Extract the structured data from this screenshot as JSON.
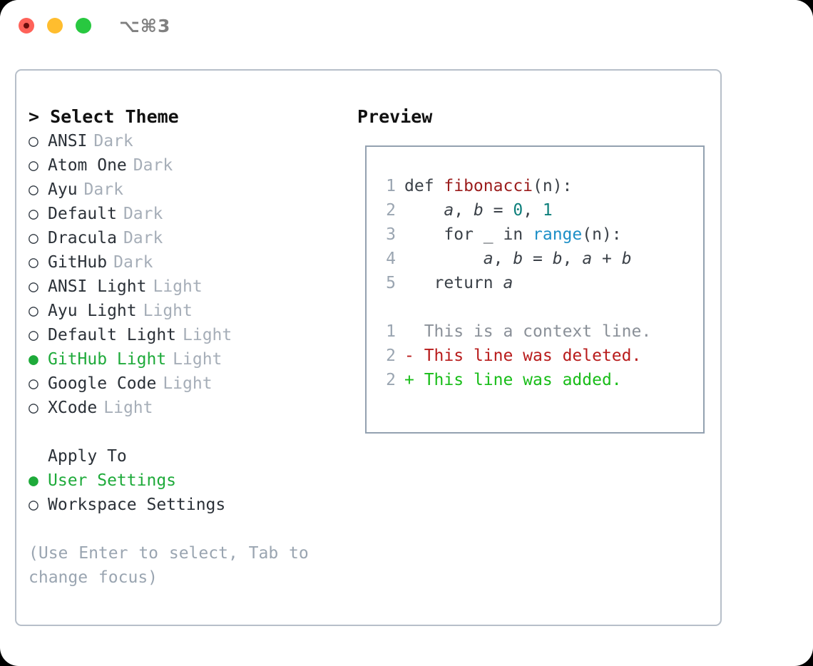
{
  "window": {
    "shortcut_label": "⌥⌘3",
    "traffic_lights": [
      {
        "name": "close",
        "color": "#ff6259"
      },
      {
        "name": "minimize",
        "color": "#ffbd2e"
      },
      {
        "name": "maximize",
        "color": "#28c840"
      }
    ]
  },
  "colors": {
    "selected_green": "#1eaa3a",
    "muted_gray": "#a6aeb8",
    "hint_gray": "#9aa5b1",
    "panel_border": "#b7bfc9",
    "preview_border": "#93a1b0",
    "syntax_function": "#9b1c1c",
    "syntax_number": "#0d7f7b",
    "syntax_call": "#1c8fc7",
    "diff_added": "#18bd18",
    "diff_deleted": "#b81b1b",
    "diff_context": "#8a9098"
  },
  "select_theme": {
    "prompt": "> ",
    "title": "Select Theme",
    "items": [
      {
        "label": "ANSI",
        "tag": "Dark",
        "selected": false,
        "bullet": "○"
      },
      {
        "label": "Atom One",
        "tag": "Dark",
        "selected": false,
        "bullet": "○"
      },
      {
        "label": "Ayu",
        "tag": "Dark",
        "selected": false,
        "bullet": "○"
      },
      {
        "label": "Default",
        "tag": "Dark",
        "selected": false,
        "bullet": "○"
      },
      {
        "label": "Dracula",
        "tag": "Dark",
        "selected": false,
        "bullet": "○"
      },
      {
        "label": "GitHub",
        "tag": "Dark",
        "selected": false,
        "bullet": "○"
      },
      {
        "label": "ANSI Light",
        "tag": "Light",
        "selected": false,
        "bullet": "○"
      },
      {
        "label": "Ayu Light",
        "tag": "Light",
        "selected": false,
        "bullet": "○"
      },
      {
        "label": "Default Light",
        "tag": "Light",
        "selected": false,
        "bullet": "○"
      },
      {
        "label": "GitHub Light",
        "tag": "Light",
        "selected": true,
        "bullet": "●"
      },
      {
        "label": "Google Code",
        "tag": "Light",
        "selected": false,
        "bullet": "○"
      },
      {
        "label": "XCode",
        "tag": "Light",
        "selected": false,
        "bullet": "○"
      }
    ]
  },
  "apply_to": {
    "title": "Apply To",
    "items": [
      {
        "label": "User Settings",
        "selected": true,
        "bullet": "●"
      },
      {
        "label": "Workspace Settings",
        "selected": false,
        "bullet": "○"
      }
    ]
  },
  "hint": "(Use Enter to select, Tab to change focus)",
  "preview": {
    "title": "Preview",
    "code_lines": [
      {
        "num": "1",
        "parts": [
          {
            "text": "def ",
            "kind": "plain"
          },
          {
            "text": "fibonacci",
            "kind": "fn"
          },
          {
            "text": "(n):",
            "kind": "plain"
          }
        ]
      },
      {
        "num": "2",
        "parts": [
          {
            "text": "    ",
            "kind": "plain"
          },
          {
            "text": "a",
            "kind": "var"
          },
          {
            "text": ", ",
            "kind": "plain"
          },
          {
            "text": "b",
            "kind": "var"
          },
          {
            "text": " = ",
            "kind": "plain"
          },
          {
            "text": "0",
            "kind": "num"
          },
          {
            "text": ", ",
            "kind": "plain"
          },
          {
            "text": "1",
            "kind": "num"
          }
        ]
      },
      {
        "num": "3",
        "parts": [
          {
            "text": "    for _ in ",
            "kind": "plain"
          },
          {
            "text": "range",
            "kind": "call"
          },
          {
            "text": "(n):",
            "kind": "plain"
          }
        ]
      },
      {
        "num": "4",
        "parts": [
          {
            "text": "        ",
            "kind": "plain"
          },
          {
            "text": "a",
            "kind": "var"
          },
          {
            "text": ", ",
            "kind": "plain"
          },
          {
            "text": "b",
            "kind": "var"
          },
          {
            "text": " = ",
            "kind": "plain"
          },
          {
            "text": "b",
            "kind": "var"
          },
          {
            "text": ", ",
            "kind": "plain"
          },
          {
            "text": "a",
            "kind": "var"
          },
          {
            "text": " + ",
            "kind": "plain"
          },
          {
            "text": "b",
            "kind": "var"
          }
        ]
      },
      {
        "num": "5",
        "parts": [
          {
            "text": "   return ",
            "kind": "plain"
          },
          {
            "text": "a",
            "kind": "var"
          }
        ]
      }
    ],
    "diff_lines": [
      {
        "num": "1",
        "marker": "  ",
        "text": "This is a context line.",
        "kind": "ctx"
      },
      {
        "num": "2",
        "marker": "- ",
        "text": "This line was deleted.",
        "kind": "del"
      },
      {
        "num": "2",
        "marker": "+ ",
        "text": "This line was added.",
        "kind": "add"
      }
    ]
  }
}
